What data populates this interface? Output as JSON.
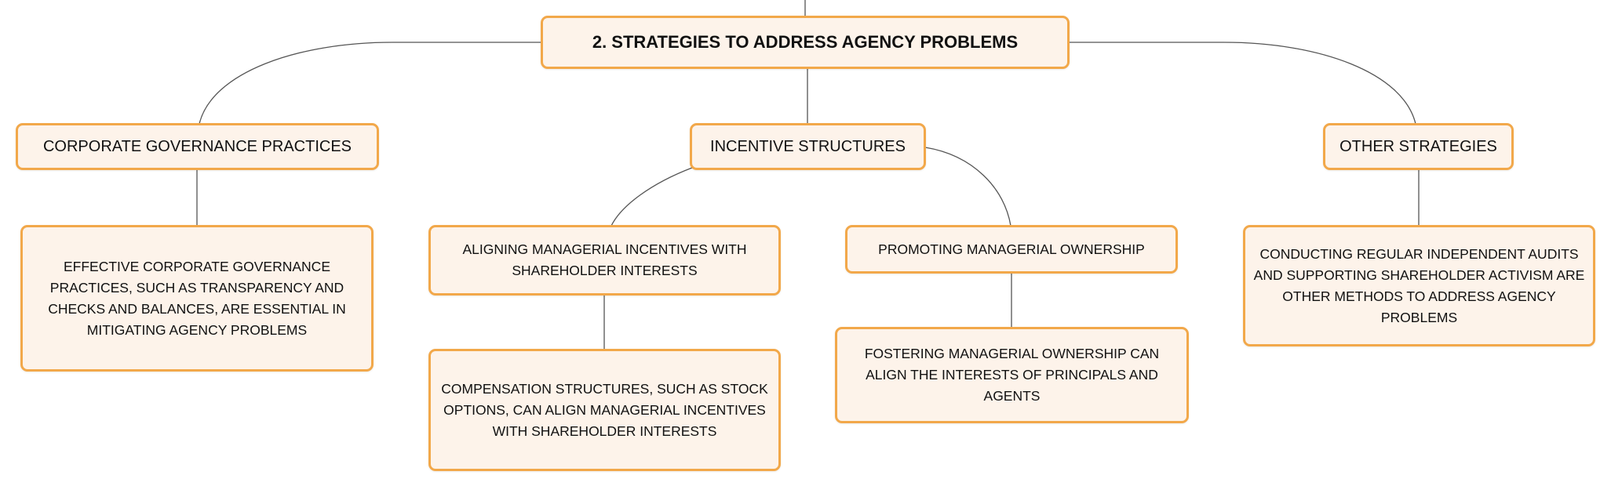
{
  "root": {
    "label": "2. STRATEGIES TO ADDRESS AGENCY PROBLEMS"
  },
  "branches": {
    "governance": {
      "label": "CORPORATE GOVERNANCE PRACTICES",
      "detail": "EFFECTIVE CORPORATE GOVERNANCE PRACTICES, SUCH AS TRANSPARENCY AND CHECKS AND BALANCES, ARE ESSENTIAL IN MITIGATING AGENCY PROBLEMS"
    },
    "incentives": {
      "label": "INCENTIVE STRUCTURES",
      "aligning": {
        "label": "ALIGNING MANAGERIAL INCENTIVES WITH SHAREHOLDER INTERESTS",
        "detail": "COMPENSATION STRUCTURES, SUCH AS STOCK OPTIONS, CAN ALIGN MANAGERIAL INCENTIVES WITH SHAREHOLDER INTERESTS"
      },
      "ownership": {
        "label": "PROMOTING MANAGERIAL OWNERSHIP",
        "detail": "FOSTERING MANAGERIAL OWNERSHIP CAN ALIGN THE INTERESTS OF PRINCIPALS AND AGENTS"
      }
    },
    "other": {
      "label": "OTHER STRATEGIES",
      "detail": "CONDUCTING REGULAR INDEPENDENT AUDITS AND SUPPORTING SHAREHOLDER ACTIVISM ARE OTHER METHODS TO ADDRESS AGENCY PROBLEMS"
    }
  },
  "colors": {
    "node_fill": "#fdf3ea",
    "node_border": "#f2a84a",
    "connector": "#555555",
    "text": "#111111"
  }
}
